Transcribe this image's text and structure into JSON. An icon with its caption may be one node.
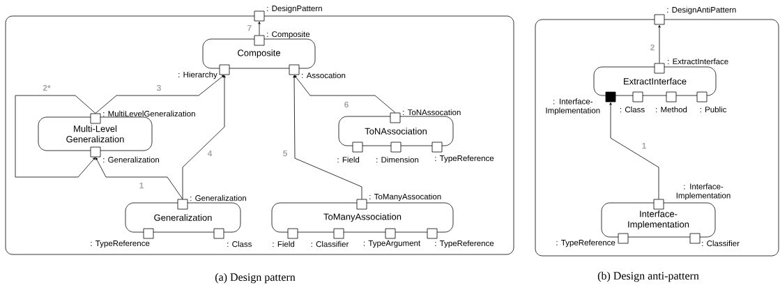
{
  "diagram": {
    "nodes": [
      {
        "text": [],
        "shape": "box",
        "beside": [
          "(a) Design pattern"
        ]
      },
      {
        "text": [],
        "shape": "box",
        "beside": [
          ": DesignPattern"
        ]
      },
      {
        "text": [
          "Composite"
        ],
        "in": 0
      },
      {
        "text": [],
        "shape": "box",
        "beside": [
          ": Composite"
        ],
        "in": 0
      },
      {
        "text": [],
        "shape": "box",
        "beside": [
          ": Hierarchy"
        ],
        "in": 0
      },
      {
        "text": [],
        "shape": "box",
        "beside": [
          ": Assocation"
        ],
        "in": 0
      },
      {
        "text": [
          "Multi-Level Generalization"
        ],
        "in": 0
      },
      {
        "text": [],
        "shape": "box",
        "beside": [
          ": MultiLevelGeneralization"
        ],
        "in": 0
      },
      {
        "text": [],
        "shape": "box",
        "beside": [
          ": Generalization"
        ],
        "in": 0
      },
      {
        "text": [
          "Generalization"
        ],
        "in": 0
      },
      {
        "text": [],
        "shape": "box",
        "beside": [
          ": Generalization"
        ],
        "in": 0
      },
      {
        "text": [],
        "shape": "box",
        "beside": [
          ": TypeReference"
        ],
        "in": 0
      },
      {
        "text": [],
        "shape": "box",
        "beside": [
          ": Class"
        ],
        "in": 0
      },
      {
        "text": [
          "ToNAssociation"
        ],
        "in": 0
      },
      {
        "text": [],
        "shape": "box",
        "beside": [
          ": ToNAssocation"
        ],
        "in": 0
      },
      {
        "text": [],
        "shape": "box",
        "beside": [
          ": Field"
        ],
        "in": 0
      },
      {
        "text": [],
        "shape": "box",
        "beside": [
          ": Dimension"
        ],
        "in": 0
      },
      {
        "text": [],
        "shape": "box",
        "beside": [
          ": TypeReference"
        ],
        "in": 0
      },
      {
        "text": [
          "ToManyAssociation"
        ],
        "in": 0
      },
      {
        "text": [],
        "shape": "box",
        "beside": [
          ": ToManyAssocation"
        ],
        "in": 0
      },
      {
        "text": [],
        "shape": "box",
        "beside": [
          ": Field"
        ],
        "in": 0
      },
      {
        "text": [],
        "shape": "box",
        "beside": [
          ": Classifier"
        ],
        "in": 0
      },
      {
        "text": [],
        "shape": "box",
        "beside": [
          ": TypeArgument"
        ],
        "in": 0
      },
      {
        "text": [],
        "shape": "box",
        "beside": [
          ": TypeReference"
        ],
        "in": 0
      },
      {
        "text": [],
        "shape": "box",
        "beside": [
          "(b) Design anti-pattern"
        ]
      },
      {
        "text": [],
        "shape": "box",
        "beside": [
          ": DesignAntiPattern"
        ]
      },
      {
        "text": [
          "ExtractInterface"
        ],
        "in": 24
      },
      {
        "text": [],
        "shape": "box",
        "beside": [
          ": ExtractInterface"
        ],
        "in": 24
      },
      {
        "text": [],
        "shape": "box",
        "beside": [
          ": Interface-Implementation"
        ],
        "in": 24
      },
      {
        "text": [],
        "shape": "box",
        "beside": [
          ": Class"
        ],
        "in": 24
      },
      {
        "text": [],
        "shape": "box",
        "beside": [
          ": Method"
        ],
        "in": 24
      },
      {
        "text": [],
        "shape": "box",
        "beside": [
          ": Public"
        ],
        "in": 24
      },
      {
        "text": [
          "Interface-Implementation"
        ],
        "in": 24
      },
      {
        "text": [],
        "shape": "box",
        "in": 24
      },
      {
        "text": [],
        "shape": "box",
        "beside": [
          ": TypeReference"
        ],
        "in": 24
      },
      {
        "text": [],
        "shape": "box",
        "beside": [
          ": Classifier"
        ],
        "in": 24
      }
    ],
    "edges": [
      {
        "from": 10,
        "to": 8,
        "arrow": "to",
        "label": "1"
      },
      {
        "from": 7,
        "to": 8,
        "arrow": "to",
        "label": "2*"
      },
      {
        "from": 7,
        "to": 4,
        "arrow": "to",
        "label": "3"
      },
      {
        "from": 10,
        "to": 4,
        "arrow": "to",
        "label": "4"
      },
      {
        "from": 19,
        "to": 5,
        "arrow": "to",
        "label": "5"
      },
      {
        "from": 14,
        "to": 5,
        "arrow": "to",
        "label": "6"
      },
      {
        "from": 3,
        "to": 1,
        "arrow": "to",
        "label": "7"
      },
      {
        "from": 27,
        "to": 25,
        "arrow": "to",
        "label": "2"
      },
      {
        "from": 33,
        "to": 28,
        "arrow": "to",
        "label": "1"
      }
    ],
    "labels": [
      ": Interface-Implementation"
    ]
  }
}
